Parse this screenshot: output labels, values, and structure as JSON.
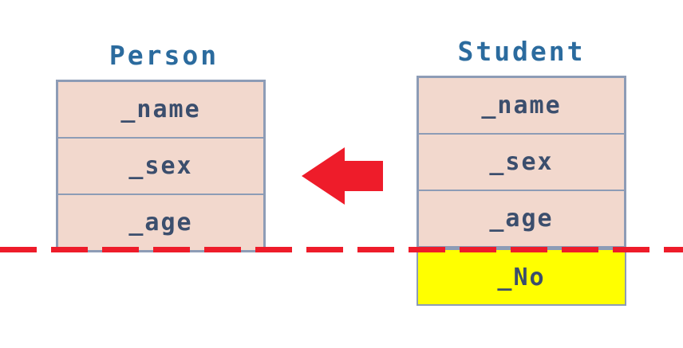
{
  "colors": {
    "box_fill": "#f2d8cd",
    "box_border": "#8d9cb6",
    "field_text": "#3b4e6d",
    "title_text": "#2b6b9e",
    "highlight_fill": "#ffff00",
    "accent_red": "#ee1c2a",
    "page_bg": "#ffffff"
  },
  "person": {
    "title": "Person",
    "fields": [
      "_name",
      "_sex",
      "_age"
    ]
  },
  "student": {
    "title": "Student",
    "fields": [
      "_name",
      "_sex",
      "_age"
    ],
    "highlight_field": "_No"
  },
  "arrow": {
    "direction": "left"
  }
}
